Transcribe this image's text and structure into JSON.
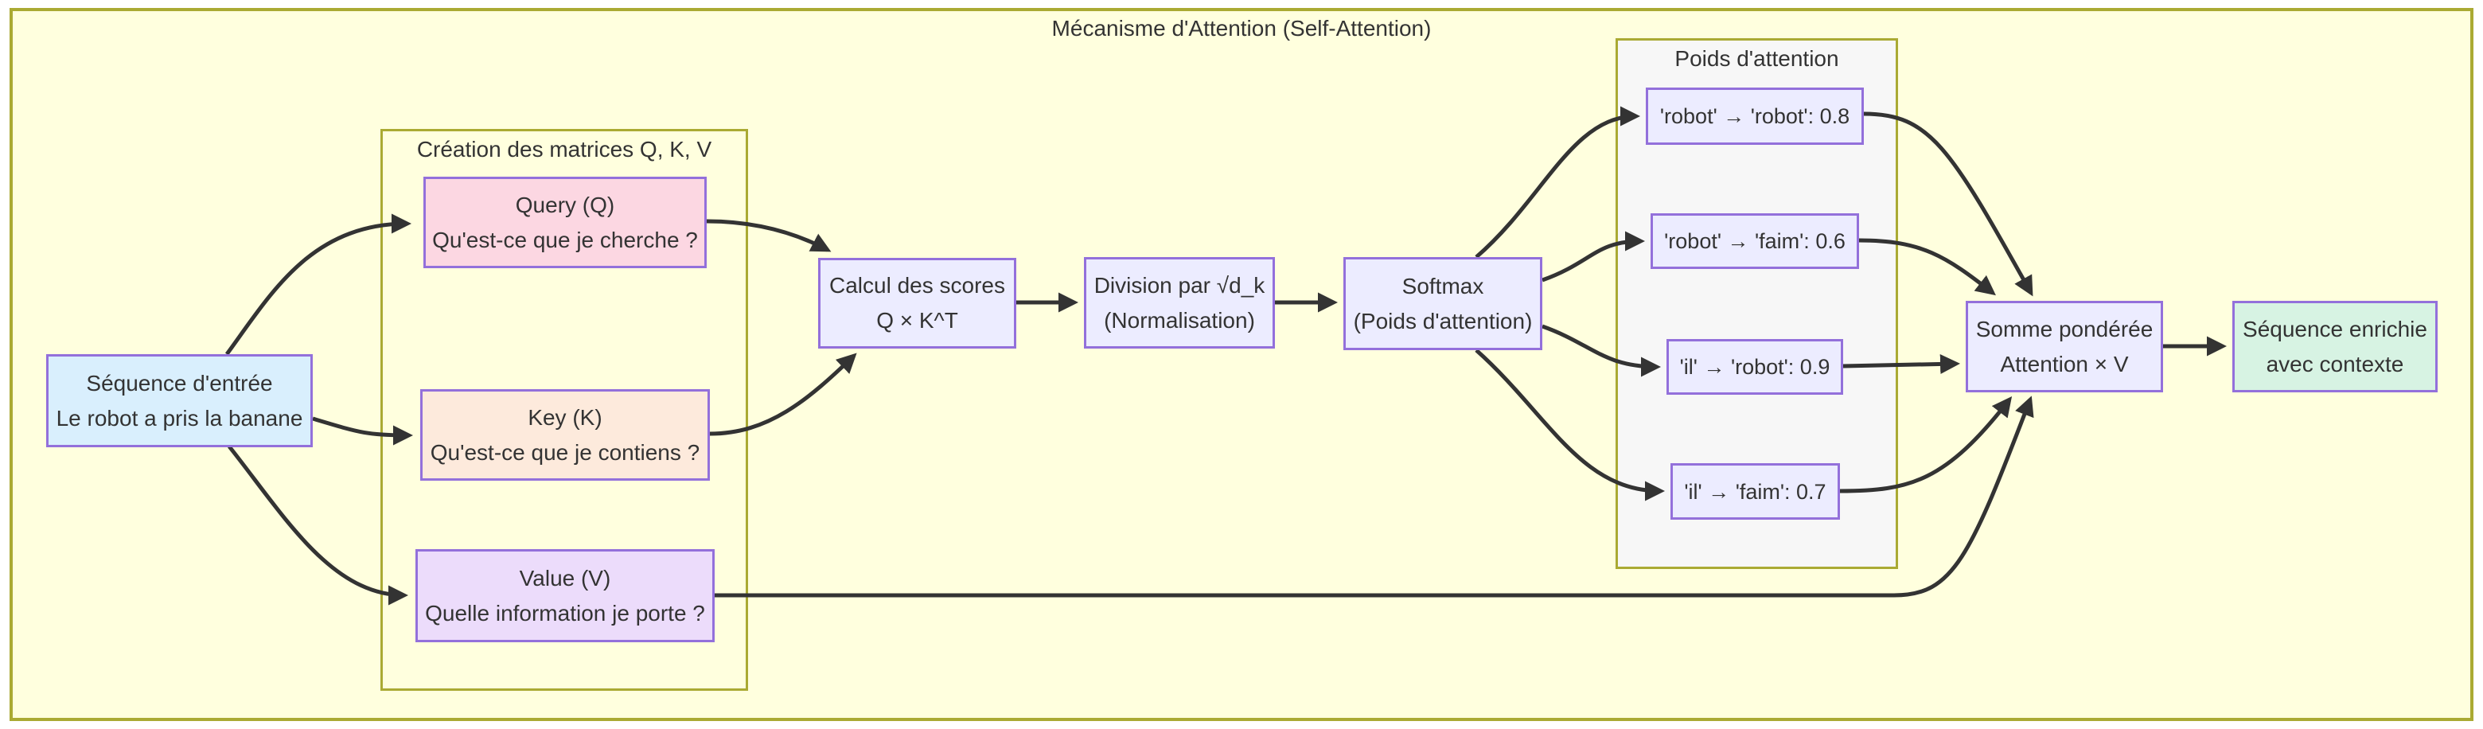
{
  "diagram_title": "Mécanisme d'Attention (Self-Attention)",
  "clusters": {
    "qkv": {
      "title": "Création des matrices Q, K, V"
    },
    "weights": {
      "title": "Poids d'attention"
    }
  },
  "nodes": {
    "input": {
      "line1": "Séquence d'entrée",
      "line2": "Le robot a pris la banane"
    },
    "query": {
      "line1": "Query (Q)",
      "line2": "Qu'est-ce que je cherche ?"
    },
    "key": {
      "line1": "Key (K)",
      "line2": "Qu'est-ce que je contiens ?"
    },
    "value": {
      "line1": "Value (V)",
      "line2": "Quelle information je porte ?"
    },
    "scores": {
      "line1": "Calcul des scores",
      "line2": "Q × K^T"
    },
    "division": {
      "line1": "Division par √d_k",
      "line2": "(Normalisation)"
    },
    "softmax": {
      "line1": "Softmax",
      "line2": "(Poids d'attention)"
    },
    "w1": {
      "label": "'robot' → 'robot': 0.8"
    },
    "w2": {
      "label": "'robot' → 'faim': 0.6"
    },
    "w3": {
      "label": "'il' → 'robot': 0.9"
    },
    "w4": {
      "label": "'il' → 'faim': 0.7"
    },
    "sum": {
      "line1": "Somme pondérée",
      "line2": "Attention × V"
    },
    "output": {
      "line1": "Séquence enrichie",
      "line2": "avec contexte"
    }
  },
  "colors": {
    "outer_background": "#ffffde",
    "cluster_border": "#aaaa33",
    "weights_cluster_background": "#f7f7f7",
    "node_border": "#9370DB",
    "node_default_fill": "#ECECFF",
    "input_fill": "#d9effd",
    "query_fill": "#fcd7e2",
    "key_fill": "#fdeadc",
    "value_fill": "#ecdcfb",
    "output_fill": "#d7f3e3",
    "edge_color": "#333333",
    "text_color": "#333333"
  }
}
